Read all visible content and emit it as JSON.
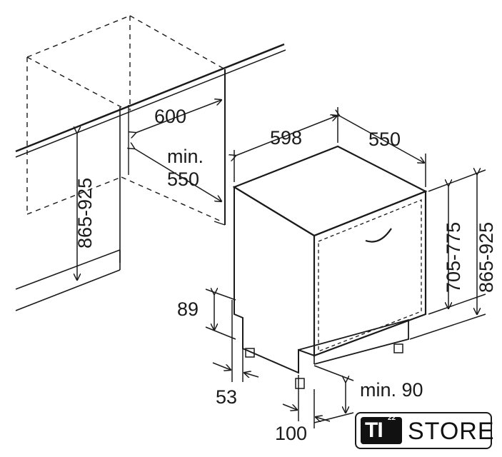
{
  "dimensions": {
    "niche_width": "600",
    "niche_depth_min": "min.",
    "niche_depth_value": "550",
    "niche_height": "865-925",
    "appliance_width": "598",
    "appliance_depth": "550",
    "appliance_body_height": "705-775",
    "appliance_total_height": "865-925",
    "plinth_height": "89",
    "foot_offset": "53",
    "door_gap": "min. 90",
    "front_offset": "100"
  },
  "logo": {
    "mark": "TI",
    "superscript": "22",
    "name": "STORE"
  }
}
